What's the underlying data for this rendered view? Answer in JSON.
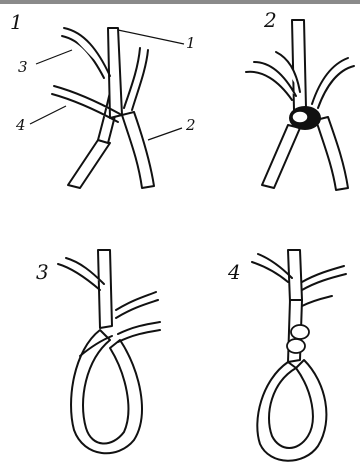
{
  "steps": [
    {
      "label": "1"
    },
    {
      "label": "2"
    },
    {
      "label": "3"
    },
    {
      "label": "4"
    }
  ],
  "callouts": [
    {
      "label": "1"
    },
    {
      "label": "2"
    },
    {
      "label": "3"
    },
    {
      "label": "4"
    }
  ],
  "colors": {
    "ink": "#111111",
    "background": "#ffffff",
    "top_bar": "#8a8a8a"
  }
}
